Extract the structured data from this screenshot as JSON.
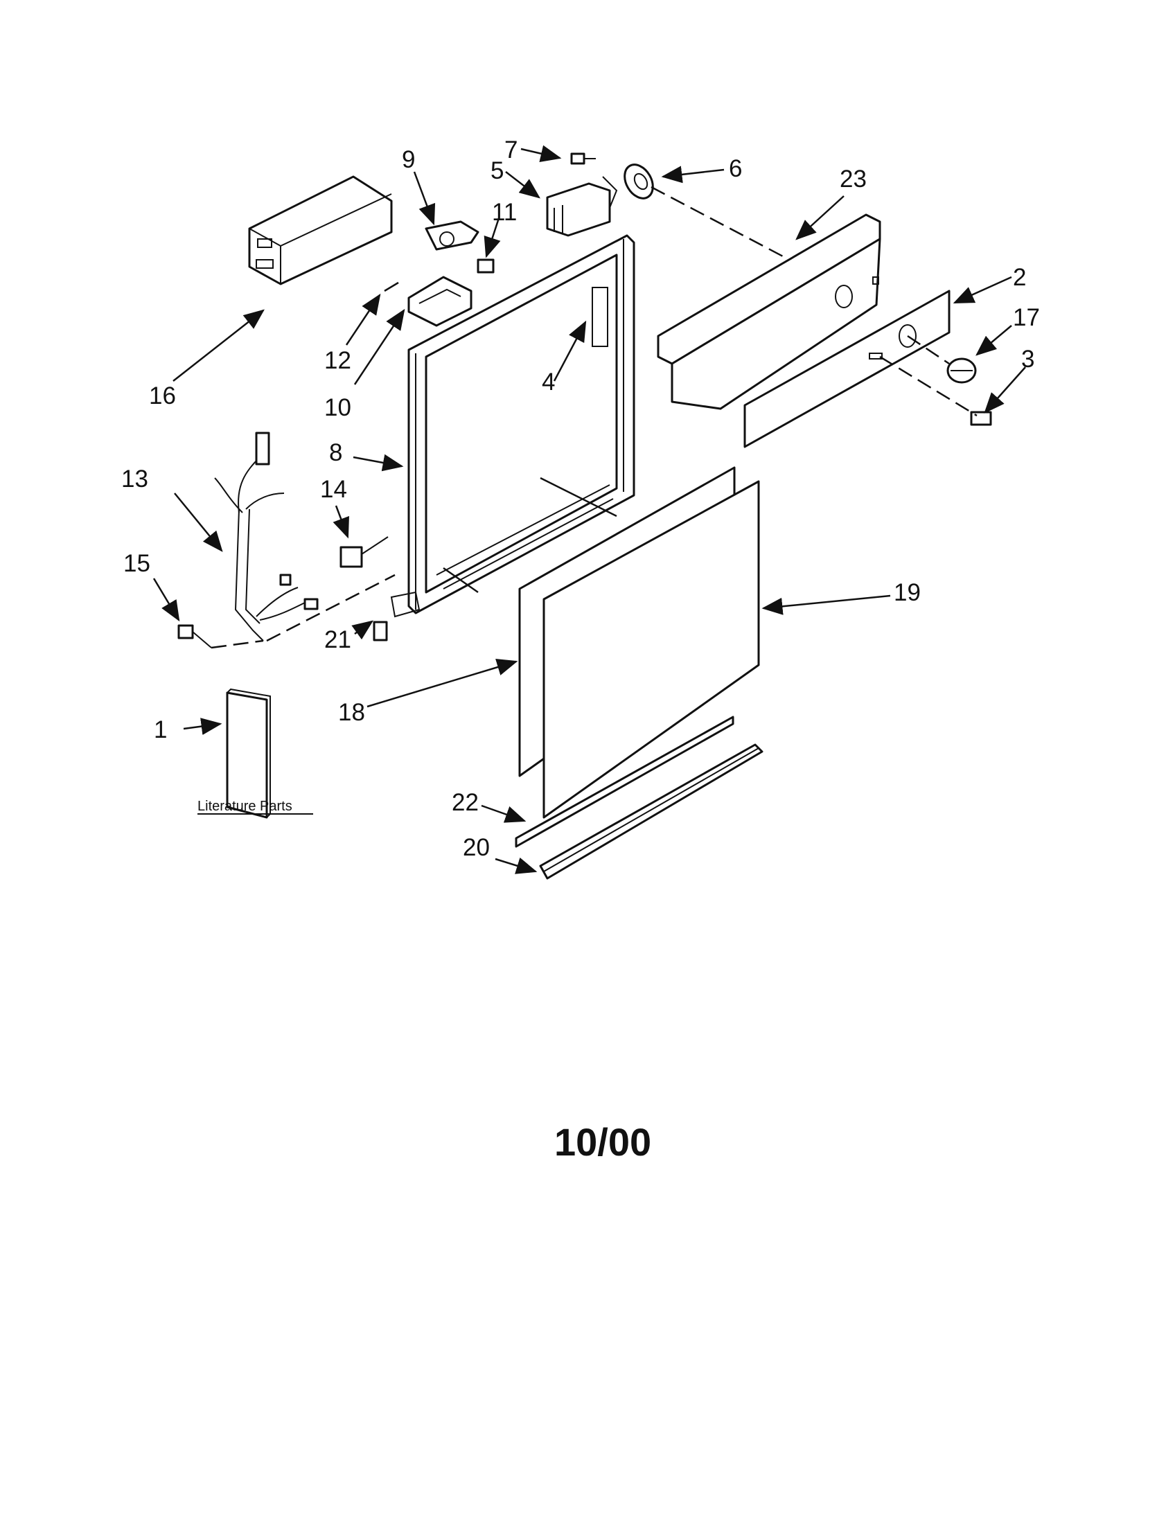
{
  "diagram": {
    "callouts": [
      "1",
      "2",
      "3",
      "4",
      "5",
      "6",
      "7",
      "8",
      "9",
      "10",
      "11",
      "12",
      "13",
      "14",
      "15",
      "16",
      "17",
      "18",
      "19",
      "20",
      "21",
      "22",
      "23"
    ],
    "literature_label": "Literature Parts",
    "date_code": "10/00"
  }
}
